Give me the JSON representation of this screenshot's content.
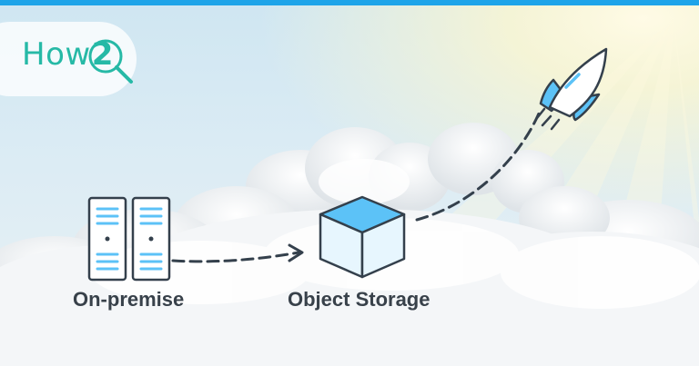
{
  "logo": {
    "text_how": "How",
    "text_two": "2"
  },
  "nodes": [
    {
      "label": "On-premise",
      "icon": "server-rack-icon"
    },
    {
      "label": "Object Storage",
      "icon": "storage-box-icon"
    },
    {
      "label": "",
      "icon": "rocket-icon"
    }
  ],
  "colors": {
    "accent": "#1ea4e9",
    "icon_fill": "#5cc2f7",
    "icon_stroke": "#34404c",
    "logo": "#26b9a6",
    "text": "#38414a"
  }
}
